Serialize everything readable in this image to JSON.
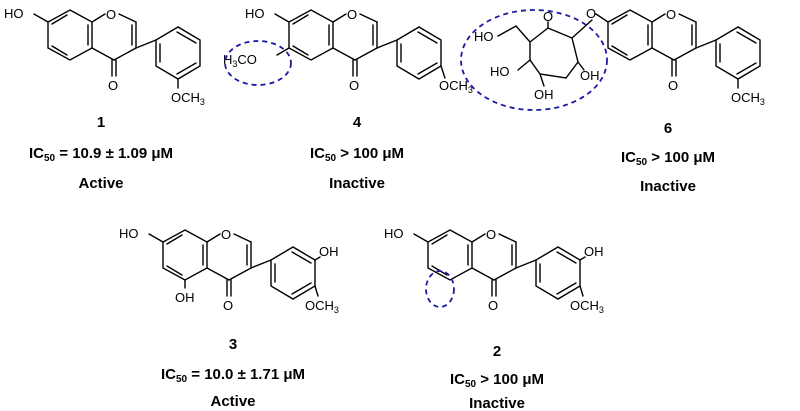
{
  "atom_labels": {
    "ho": "HO",
    "o": "O",
    "oh": "OH",
    "h3co": "H3CO",
    "och3": "OCH3"
  },
  "compounds": [
    {
      "number": "1",
      "ic_prefix": "IC",
      "ic_sub": "50",
      "ic_rest": " = 10.9 ± 1.09 μM",
      "status": "Active"
    },
    {
      "number": "4",
      "ic_prefix": "IC",
      "ic_sub": "50",
      "ic_rest": " > 100 μM",
      "status": "Inactive"
    },
    {
      "number": "6",
      "ic_prefix": "IC",
      "ic_sub": "50",
      "ic_rest": " > 100 μM",
      "status": "Inactive"
    },
    {
      "number": "3",
      "ic_prefix": "IC",
      "ic_sub": "50",
      "ic_rest": " = 10.0 ± 1.71 μM",
      "status": "Active"
    },
    {
      "number": "2",
      "ic_prefix": "IC",
      "ic_sub": "50",
      "ic_rest": " > 100 μM",
      "status": "Inactive"
    }
  ],
  "colors": {
    "highlight": "#1a1aa6",
    "ink": "#000000"
  }
}
